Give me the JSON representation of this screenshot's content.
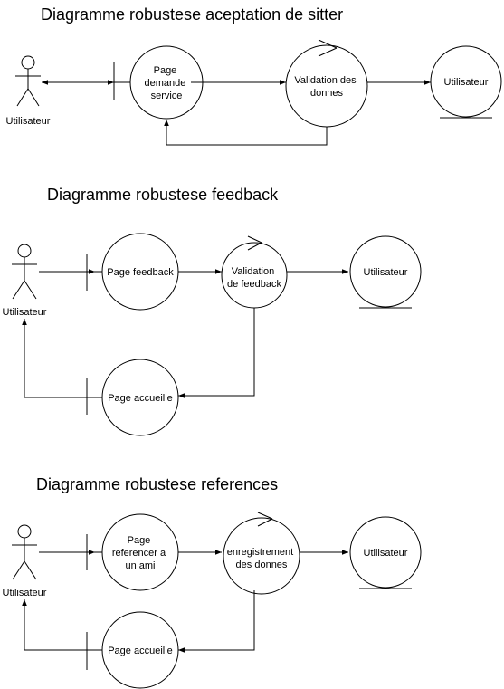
{
  "diagram1": {
    "title": "Diagramme robustese aceptation de sitter",
    "actor_label": "Utilisateur",
    "boundary_label": [
      "Page",
      "demande",
      "service"
    ],
    "control_label": [
      "Validation des",
      "donnes"
    ],
    "entity_label": [
      "Utilisateur"
    ]
  },
  "diagram2": {
    "title": "Diagramme robustese feedback",
    "actor_label": "Utilisateur",
    "boundary_label": [
      "Page feedback"
    ],
    "control_label": [
      "Validation",
      "de feedback"
    ],
    "entity_label": [
      "Utilisateur"
    ],
    "return_boundary_label": [
      "Page accueille"
    ]
  },
  "diagram3": {
    "title": "Diagramme robustese references",
    "actor_label": "Utilisateur",
    "boundary_label": [
      "Page",
      "referencer a",
      "un ami"
    ],
    "control_label": [
      "enregistrement",
      "des donnes"
    ],
    "entity_label": [
      "Utilisateur"
    ],
    "return_boundary_label": [
      "Page accueille"
    ]
  }
}
